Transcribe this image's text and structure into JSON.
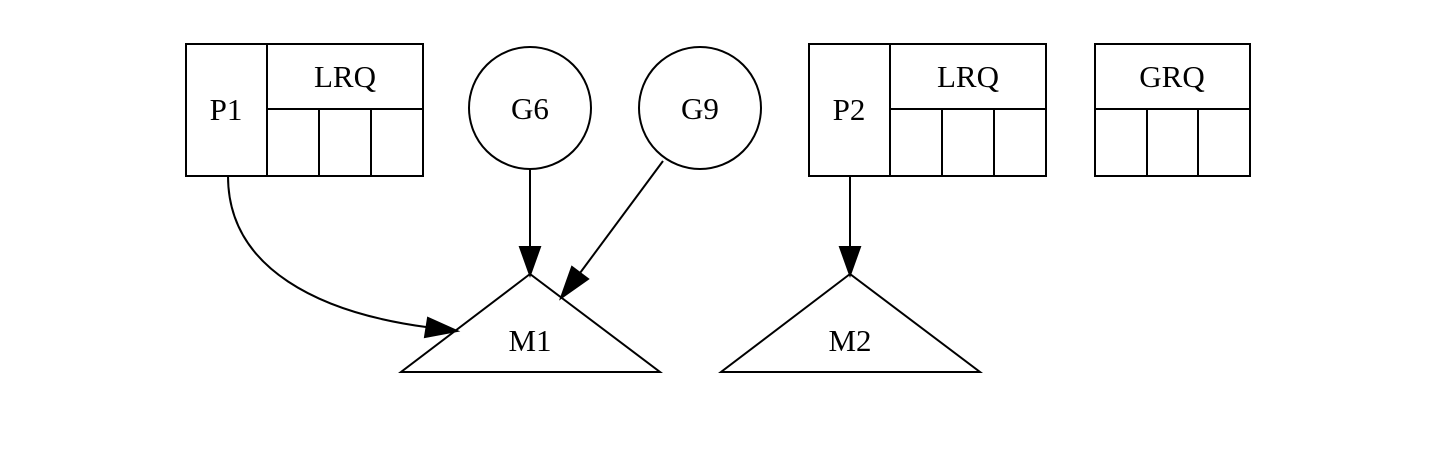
{
  "diagram": {
    "nodes": {
      "p1": {
        "label": "P1",
        "queue_label": "LRQ"
      },
      "g6": {
        "label": "G6"
      },
      "g9": {
        "label": "G9"
      },
      "p2": {
        "label": "P2",
        "queue_label": "LRQ"
      },
      "grq": {
        "label": "GRQ"
      },
      "m1": {
        "label": "M1"
      },
      "m2": {
        "label": "M2"
      }
    },
    "edges": [
      {
        "from": "P1",
        "to": "M1"
      },
      {
        "from": "G6",
        "to": "M1"
      },
      {
        "from": "G9",
        "to": "M1"
      },
      {
        "from": "P2",
        "to": "M2"
      }
    ]
  }
}
